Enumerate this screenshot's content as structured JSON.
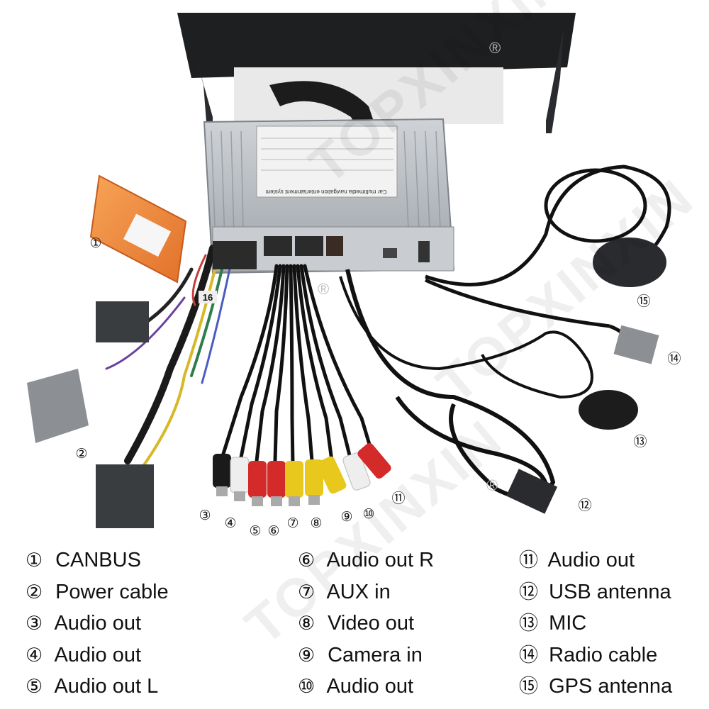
{
  "callouts": [
    "①",
    "②",
    "③",
    "④",
    "⑤",
    "⑥",
    "⑦",
    "⑧",
    "⑨",
    "⑩",
    "⑪",
    "⑫",
    "⑬",
    "⑭",
    "⑮"
  ],
  "unit_labels": {
    "sticker_title": "Car multimedia navigation entertainment system",
    "harness_tag": "16"
  },
  "watermark": {
    "text": "TOPXINXIN",
    "registered_mark": "®"
  },
  "legend": {
    "col1": [
      {
        "num": "①",
        "label": "CANBUS"
      },
      {
        "num": "②",
        "label": "Power cable"
      },
      {
        "num": "③",
        "label": "Audio out"
      },
      {
        "num": "④",
        "label": "Audio out"
      },
      {
        "num": "⑤",
        "label": "Audio out L"
      }
    ],
    "col2": [
      {
        "num": "⑥",
        "label": "Audio out R"
      },
      {
        "num": "⑦",
        "label": "AUX in"
      },
      {
        "num": "⑧",
        "label": "Video out"
      },
      {
        "num": "⑨",
        "label": "Camera in"
      },
      {
        "num": "⑩",
        "label": "Audio out"
      }
    ],
    "col3": [
      {
        "num": "⑪",
        "label": "Audio out"
      },
      {
        "num": "⑫",
        "label": "USB antenna"
      },
      {
        "num": "⑬",
        "label": "MIC"
      },
      {
        "num": "⑭",
        "label": "Radio cable"
      },
      {
        "num": "⑮",
        "label": "GPS antenna"
      }
    ]
  },
  "colors": {
    "canbus_box": "#f08a3c",
    "unit_body": "#b9bec4",
    "screen": "#1e1f21",
    "rca_red": "#d42a2a",
    "rca_yellow": "#e9c81d",
    "rca_white": "#eeeeee",
    "rca_black": "#1a1a1a",
    "cable": "#111111",
    "connector_gray": "#8c8f93",
    "connector_dark": "#3a3d40"
  }
}
